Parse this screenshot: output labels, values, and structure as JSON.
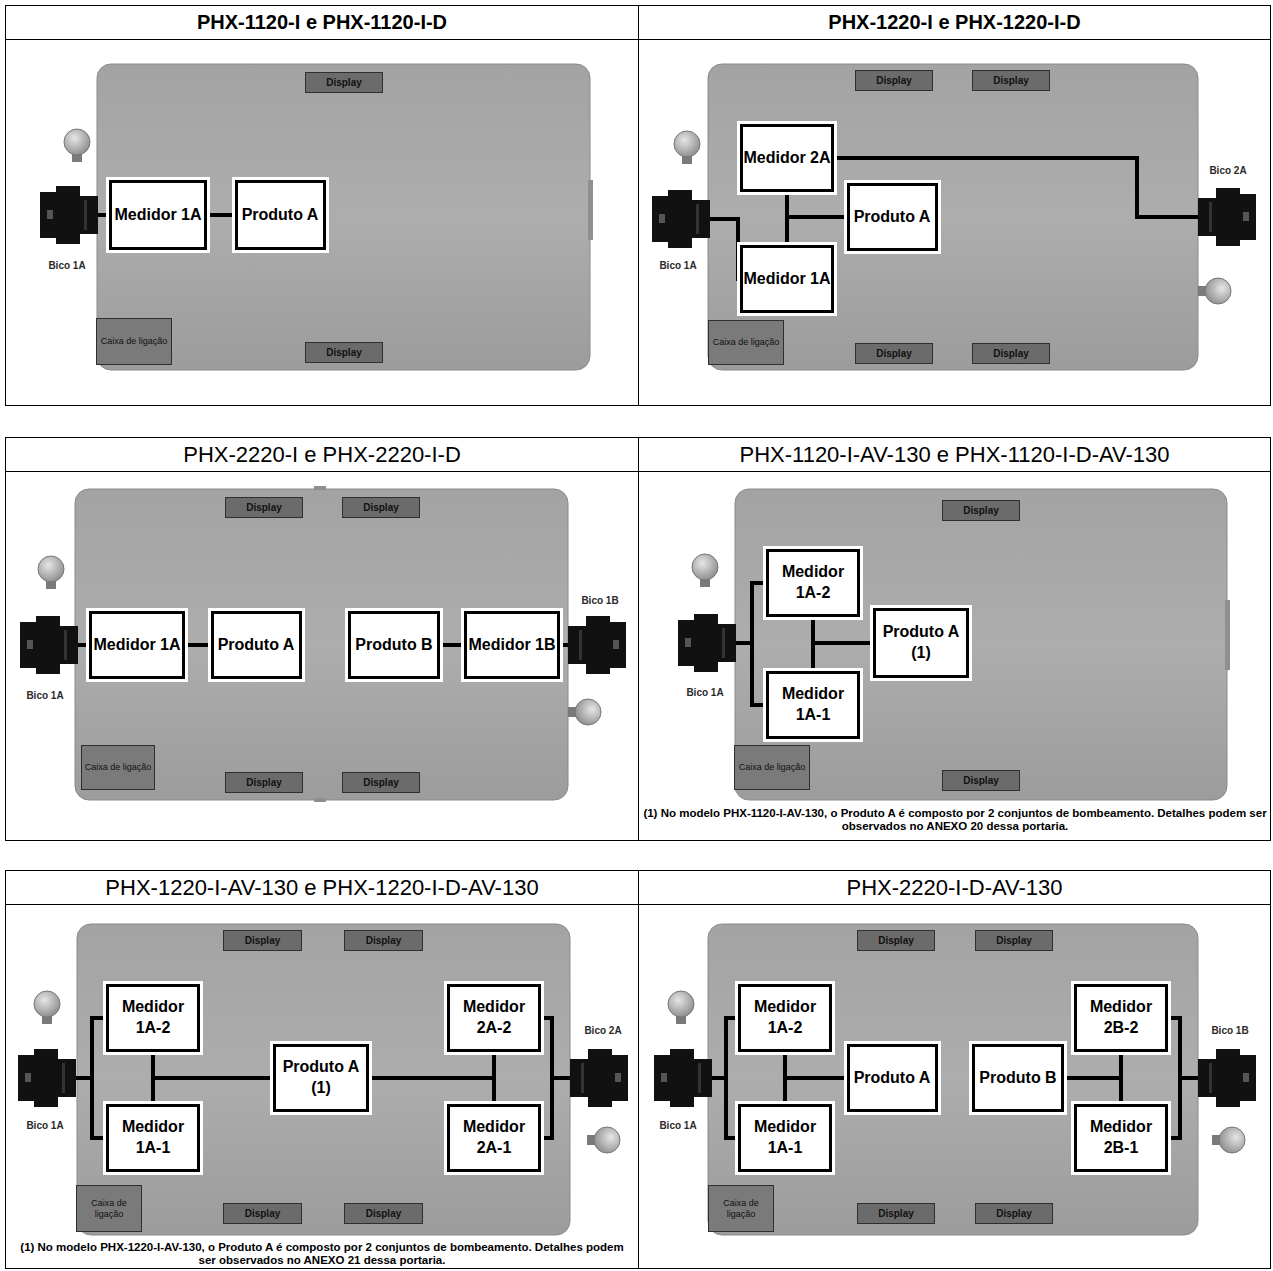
{
  "diagram": {
    "nodes": [
      {
        "text": [
          "PHX-1120-I e PHX-1120-I-D"
        ]
      },
      {
        "text": [
          "Display"
        ],
        "in": 0
      },
      {
        "text": [
          "Medidor 1A"
        ],
        "in": 0
      },
      {
        "text": [
          "Produto A"
        ],
        "in": 0
      },
      {
        "text": [
          "Caixa de ligação"
        ],
        "in": 0
      },
      {
        "text": [
          "Display"
        ],
        "in": 0
      },
      {
        "text": [
          "PHX-1220-I e PHX-1220-I-D"
        ]
      },
      {
        "text": [
          "Display"
        ],
        "in": 6
      },
      {
        "text": [
          "Display"
        ],
        "in": 6
      },
      {
        "text": [
          "Medidor 2A"
        ],
        "in": 6
      },
      {
        "text": [
          "Produto A"
        ],
        "in": 6
      },
      {
        "text": [
          "Medidor 1A"
        ],
        "in": 6
      },
      {
        "text": [
          "Caixa de ligação"
        ],
        "in": 6
      },
      {
        "text": [
          "Display"
        ],
        "in": 6
      },
      {
        "text": [
          "Display"
        ],
        "in": 6
      },
      {
        "text": [
          "PHX-2220-I e PHX-2220-I-D"
        ]
      },
      {
        "text": [
          "Display"
        ],
        "in": 15
      },
      {
        "text": [
          "Display"
        ],
        "in": 15
      },
      {
        "text": [
          "Medidor 1A"
        ],
        "in": 15
      },
      {
        "text": [
          "Produto A"
        ],
        "in": 15
      },
      {
        "text": [
          "Produto B"
        ],
        "in": 15
      },
      {
        "text": [
          "Medidor 1B"
        ],
        "in": 15
      },
      {
        "text": [
          "Caixa de ligação"
        ],
        "in": 15
      },
      {
        "text": [
          "Display"
        ],
        "in": 15
      },
      {
        "text": [
          "Display"
        ],
        "in": 15
      },
      {
        "text": [
          "PHX-1120-I-AV-130 e PHX-1120-I-D-AV-130"
        ]
      },
      {
        "text": [
          "Display"
        ],
        "in": 25
      },
      {
        "text": [
          "Medidor 1A-2"
        ],
        "in": 25
      },
      {
        "text": [
          "Produto A (1)"
        ],
        "in": 25
      },
      {
        "text": [
          "Medidor 1A-1"
        ],
        "in": 25
      },
      {
        "text": [
          "Caixa de ligação"
        ],
        "in": 25
      },
      {
        "text": [
          "Display"
        ],
        "in": 25
      },
      {
        "text": [
          "PHX-1220-I-AV-130 e PHX-1220-I-D-AV-130"
        ]
      },
      {
        "text": [
          "Display"
        ],
        "in": 32
      },
      {
        "text": [
          "Display"
        ],
        "in": 32
      },
      {
        "text": [
          "Medidor 1A-2"
        ],
        "in": 32
      },
      {
        "text": [
          "Medidor 2A-2"
        ],
        "in": 32
      },
      {
        "text": [
          "Produto A (1)"
        ],
        "in": 32
      },
      {
        "text": [
          "Medidor 1A-1"
        ],
        "in": 32
      },
      {
        "text": [
          "Medidor 2A-1"
        ],
        "in": 32
      },
      {
        "text": [
          "Caixa de ligação"
        ],
        "in": 32
      },
      {
        "text": [
          "Display"
        ],
        "in": 32
      },
      {
        "text": [
          "Display"
        ],
        "in": 32
      },
      {
        "text": [
          "PHX-2220-I-D-AV-130"
        ]
      },
      {
        "text": [
          "Display"
        ],
        "in": 43
      },
      {
        "text": [
          "Display"
        ],
        "in": 43
      },
      {
        "text": [
          "Medidor 1A-2"
        ],
        "in": 43
      },
      {
        "text": [
          "Medidor 2B-2"
        ],
        "in": 43
      },
      {
        "text": [
          "Produto A"
        ],
        "in": 43
      },
      {
        "text": [
          "Produto B"
        ],
        "in": 43
      },
      {
        "text": [
          "Medidor 1A-1"
        ],
        "in": 43
      },
      {
        "text": [
          "Medidor 2B-1"
        ],
        "in": 43
      },
      {
        "text": [
          "Caixa de ligação"
        ],
        "in": 43
      },
      {
        "text": [
          "Display"
        ],
        "in": 43
      },
      {
        "text": [
          "Display"
        ],
        "in": 43
      }
    ],
    "edges": [
      {
        "from": 2,
        "to": 3,
        "arrow": "none"
      },
      {
        "from": 10,
        "to": 9,
        "arrow": "none"
      },
      {
        "from": 10,
        "to": 11,
        "arrow": "none"
      },
      {
        "from": 18,
        "to": 19,
        "arrow": "none"
      },
      {
        "from": 20,
        "to": 21,
        "arrow": "none"
      },
      {
        "from": 28,
        "to": 27,
        "arrow": "none"
      },
      {
        "from": 28,
        "to": 29,
        "arrow": "none"
      },
      {
        "from": 37,
        "to": 35,
        "arrow": "none"
      },
      {
        "from": 37,
        "to": 38,
        "arrow": "none"
      },
      {
        "from": 37,
        "to": 36,
        "arrow": "none"
      },
      {
        "from": 37,
        "to": 39,
        "arrow": "none"
      },
      {
        "from": 48,
        "to": 46,
        "arrow": "none"
      },
      {
        "from": 48,
        "to": 50,
        "arrow": "none"
      },
      {
        "from": 49,
        "to": 47,
        "arrow": "none"
      },
      {
        "from": 49,
        "to": 51,
        "arrow": "none"
      }
    ],
    "labels": [
      "Bico 1A",
      "Bico 1A",
      "Bico 2A",
      "Bico 1B",
      "Bico 1A",
      "Bico 1A",
      "(1) No modelo PHX-1120-I-AV-130, o Produto A é composto por 2 conjuntos de bombeamento. Detalhes podem ser observados no ANEXO 20 dessa portaria.",
      "Bico 2A",
      "Bico 1A",
      "(1) No modelo PHX-1220-I-AV-130, o Produto A é composto por 2 conjuntos de bombeamento. Detalhes podem ser observados no ANEXO 21 dessa portaria.",
      "Bico 1A",
      "Bico 1B"
    ]
  }
}
